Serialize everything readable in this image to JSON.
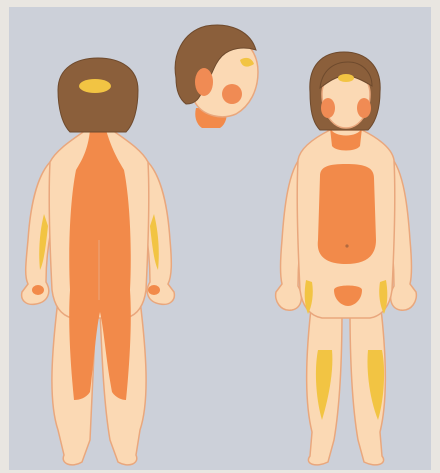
{
  "figure": {
    "views": [
      {
        "name": "back-view"
      },
      {
        "name": "head-profile-view"
      },
      {
        "name": "front-view"
      }
    ]
  },
  "colors": {
    "frame": "#e9e6e1",
    "panel": "#ccd0d9",
    "skin": "#fbd9b4",
    "outline": "#e9a77d",
    "hair": "#8b5f3b",
    "hair_dark": "#6e4a2d",
    "heavy_area": "#f28a4a",
    "light_area": "#f2c443",
    "cheek_patch": "#f08b54"
  }
}
